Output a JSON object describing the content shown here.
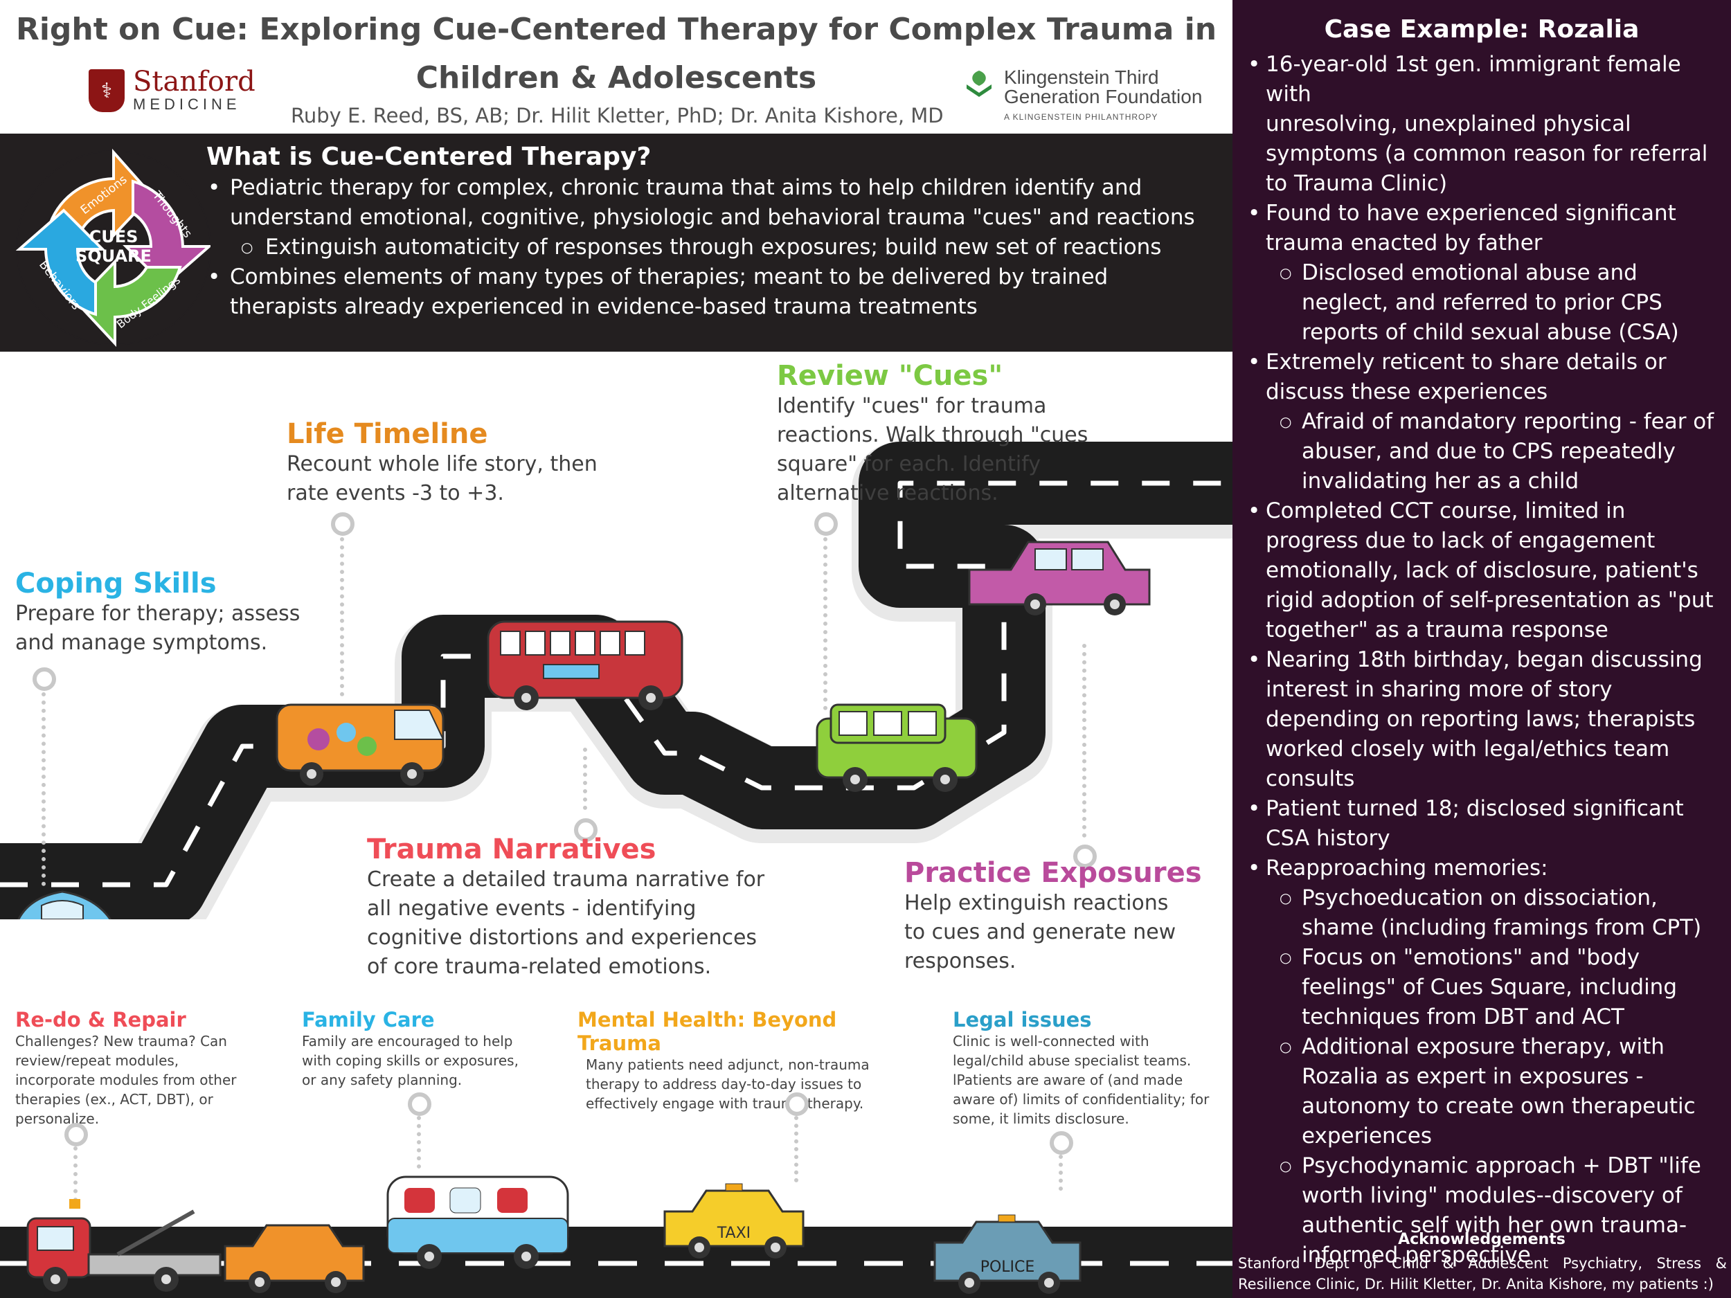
{
  "header": {
    "title_line1": "Right on Cue: Exploring Cue-Centered Therapy for Complex Trauma in",
    "title_line2": "Children & Adolescents",
    "authors": "Ruby E. Reed, BS, AB; Dr. Hilit Kletter, PhD; Dr. Anita Kishore, MD",
    "stanford_logo": {
      "name": "Stanford",
      "sub": "MEDICINE"
    },
    "kf_logo": {
      "line1": "Klingenstein Third",
      "line2": "Generation Foundation",
      "sub": "A KLINGENSTEIN PHILANTHROPY"
    }
  },
  "cues_square": {
    "center_line1": "CUES",
    "center_line2": "SQUARE",
    "segments": [
      "Emotions",
      "Thoughts",
      "Body Feelings",
      "Behaviors"
    ],
    "colors": {
      "emotions": "#f0922a",
      "thoughts": "#b44da0",
      "body_feelings": "#6cc04a",
      "behaviors": "#2aa8e0"
    }
  },
  "cct": {
    "title": "What is Cue-Centered Therapy?",
    "bullet1_line1": "Pediatric therapy for complex, chronic trauma that aims to help children identify and",
    "bullet1_line2": "understand emotional, cognitive, physiologic and behavioral trauma \"cues\" and reactions",
    "sub1": "Extinguish automaticity of responses through exposures; build new set of reactions",
    "bullet2_line1": "Combines elements of many types of therapies; meant to be delivered by trained",
    "bullet2_line2": "therapists already experienced in evidence-based trauma treatments"
  },
  "steps": {
    "coping": {
      "title": "Coping Skills",
      "line1": "Prepare for therapy; assess",
      "line2": "and manage symptoms.",
      "color": "#2ab3e4"
    },
    "timeline": {
      "title": "Life Timeline",
      "line1": "Recount whole life story, then",
      "line2": "rate events -3 to +3.",
      "color": "#e58a1f"
    },
    "review": {
      "title": "Review \"Cues\"",
      "line1": "Identify \"cues\" for trauma",
      "line2": "reactions. Walk through \"cues",
      "line3": "square\" for each. Identify",
      "line4": "alternative reactions.",
      "color": "#7cc943"
    },
    "narratives": {
      "title": "Trauma Narratives",
      "line1": "Create a detailed trauma narrative for",
      "line2": "all negative events - identifying",
      "line3": "cognitive distortions and experiences",
      "line4": "of core trauma-related emotions.",
      "color": "#ef4d57"
    },
    "exposures": {
      "title": "Practice Exposures",
      "line1": "Help extinguish reactions",
      "line2": "to cues and generate new",
      "line3": "responses.",
      "color": "#b94a9b"
    }
  },
  "bottom": {
    "redo": {
      "title": "Re-do & Repair",
      "line1": "Challenges? New trauma? Can",
      "line2": "review/repeat modules,",
      "line3": "incorporate modules from other",
      "line4": "therapies (ex., ACT, DBT), or",
      "line5": "personalize.",
      "color": "#ef4d57"
    },
    "family": {
      "title": "Family Care",
      "line1": "Family are encouraged to help",
      "line2": "with coping skills or exposures,",
      "line3": "or any safety planning.",
      "color": "#2ab3e4"
    },
    "mental": {
      "title": "Mental Health: Beyond Trauma",
      "line1": "Many patients need adjunct, non-trauma",
      "line2": "therapy to address day-to-day issues to",
      "line3": "effectively engage with trauma therapy.",
      "color": "#f2a71b"
    },
    "legal": {
      "title": "Legal issues",
      "line1": "Clinic is well-connected with",
      "line2": "legal/child abuse specialist teams.",
      "line3": "lPatients are aware of (and made",
      "line4": "aware of) limits of confidentiality; for",
      "line5": "some, it limits disclosure.",
      "color": "#2a9fc9"
    }
  },
  "vehicle_labels": {
    "taxi": "TAXI",
    "police": "POLICE"
  },
  "case": {
    "title": "Case Example: Rozalia",
    "lines": [
      "16-year-old 1st gen. immigrant female with",
      "unresolving, unexplained physical",
      "symptoms (a common reason for referral",
      "to Trauma Clinic)",
      "Found to have experienced significant",
      "trauma enacted by  father",
      "Disclosed emotional abuse and",
      "neglect, and referred to prior CPS",
      "reports of child sexual abuse (CSA)",
      "Extremely reticent to share details or",
      "discuss these experiences",
      "Afraid of mandatory reporting - fear of",
      "abuser, and due to CPS repeatedly",
      "invalidating her as a child",
      "Completed CCT course, limited in",
      "progress due to lack of engagement",
      "emotionally, lack of disclosure, patient's",
      "rigid adoption of self-presentation as \"put",
      "together\" as a trauma response",
      "Nearing 18th birthday, began discussing",
      "interest in sharing more of story",
      "depending on reporting laws; therapists",
      "worked closely with legal/ethics team",
      "consults",
      "Patient turned 18; disclosed significant",
      "CSA history",
      "Reapproaching memories:",
      "Psychoeducation on dissociation,",
      "shame (including framings from CPT)",
      "Focus on \"emotions\" and \"body",
      "feelings\"  of Cues Square, including",
      "techniques from DBT and ACT",
      "Additional exposure therapy, with",
      "Rozalia as expert in exposures -",
      "autonomy to create own therapeutic",
      "experiences",
      "Psychodynamic approach + DBT \"life",
      "worth living\" modules--discovery of",
      "authentic self with her own trauma-",
      "informed perspective"
    ],
    "ack_title": "Acknowledgements",
    "ack_line1": "Stanford Dept of Child & Adolescent Psychiatry, Stress &",
    "ack_line2": "Resilience Clinic, Dr. Hilit Kletter, Dr. Anita Kishore, my patients :)"
  }
}
